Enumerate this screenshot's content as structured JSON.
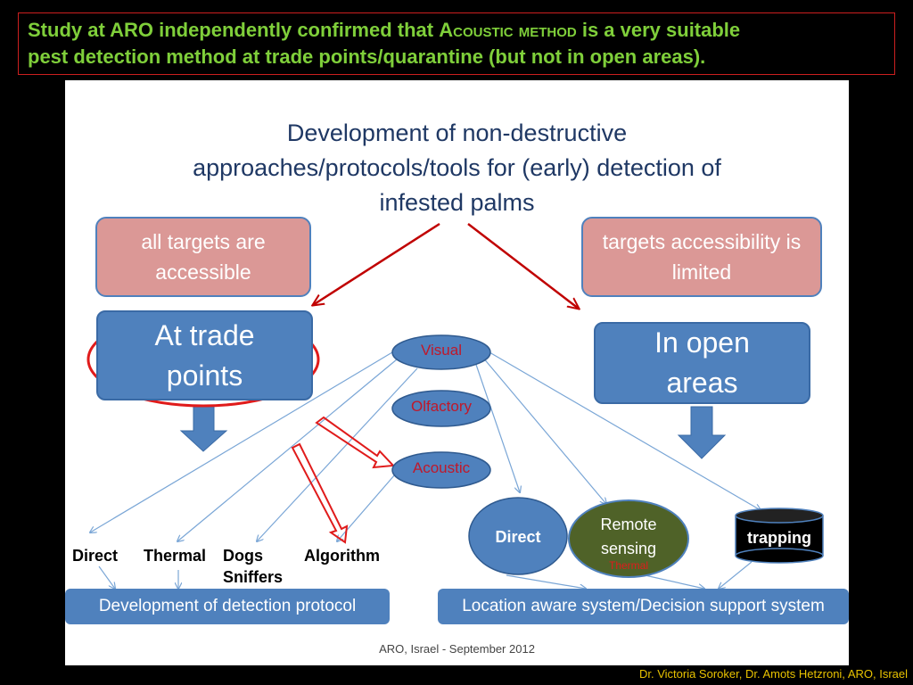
{
  "header": {
    "line1_pre": "Study at ARO independently confirmed that ",
    "line1_sc": "Acoustic method",
    "line1_post": " is a very suitable",
    "line2": "pest detection method at trade points/quarantine (but not in open areas)."
  },
  "slide": {
    "title_l1": "Development of non-destructive",
    "title_l2": "approaches/protocols/tools for (early) detection of",
    "title_l3": "infested palms",
    "left_note": "all targets are accessible",
    "right_note": "targets accessibility is limited",
    "left_box_l1": "At trade",
    "left_box_l2": "points",
    "right_box_l1": "In open",
    "right_box_l2": "areas",
    "ellipse_visual": "Visual",
    "ellipse_olfactory": "Olfactory",
    "ellipse_acoustic": "Acoustic",
    "label_direct": "Direct",
    "label_thermal": "Thermal",
    "label_dogs_l1": "Dogs",
    "label_dogs_l2": "Sniffers",
    "label_algorithm": "Algorithm",
    "circle_direct": "Direct",
    "circle_remote_l1": "Remote",
    "circle_remote_l2": "sensing",
    "circle_remote_sub": "Thermal",
    "cylinder_trapping": "trapping",
    "bar_left": "Development of detection protocol",
    "bar_right": "Location aware system/Decision support system",
    "footer": "ARO, Israel - September 2012"
  },
  "credit": "Dr. Victoria Soroker, Dr. Amots Hetzroni, ARO, Israel",
  "colors": {
    "header_text": "#7fcf3a",
    "header_border": "#cc1f1f",
    "title": "#1f3864",
    "box_blue": "#4f81bd",
    "box_pink": "#db9896",
    "highlight_red": "#e01b1b",
    "remote_sensing_green": "#4f6228",
    "credit": "#e8c200"
  }
}
